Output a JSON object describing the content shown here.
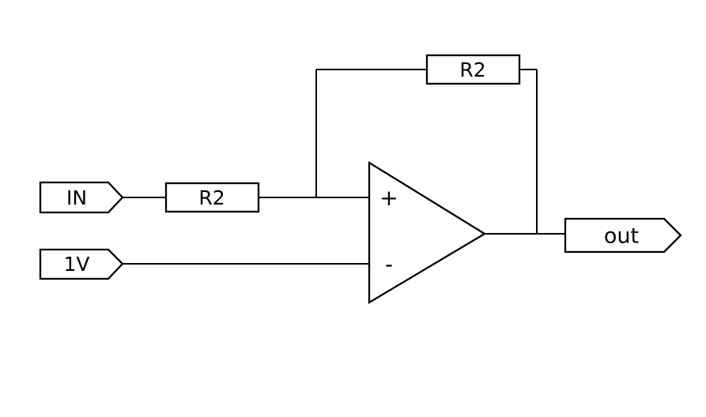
{
  "schematic": {
    "background_color": "#ffffff",
    "line_color": "#000000",
    "ports": {
      "in": {
        "label": "IN"
      },
      "v1": {
        "label": "1V"
      },
      "out": {
        "label": "out"
      }
    },
    "resistors": {
      "input": {
        "label": "R2"
      },
      "feedback": {
        "label": "R2"
      }
    },
    "opamp": {
      "plus_label": "+",
      "minus_label": "-"
    }
  }
}
